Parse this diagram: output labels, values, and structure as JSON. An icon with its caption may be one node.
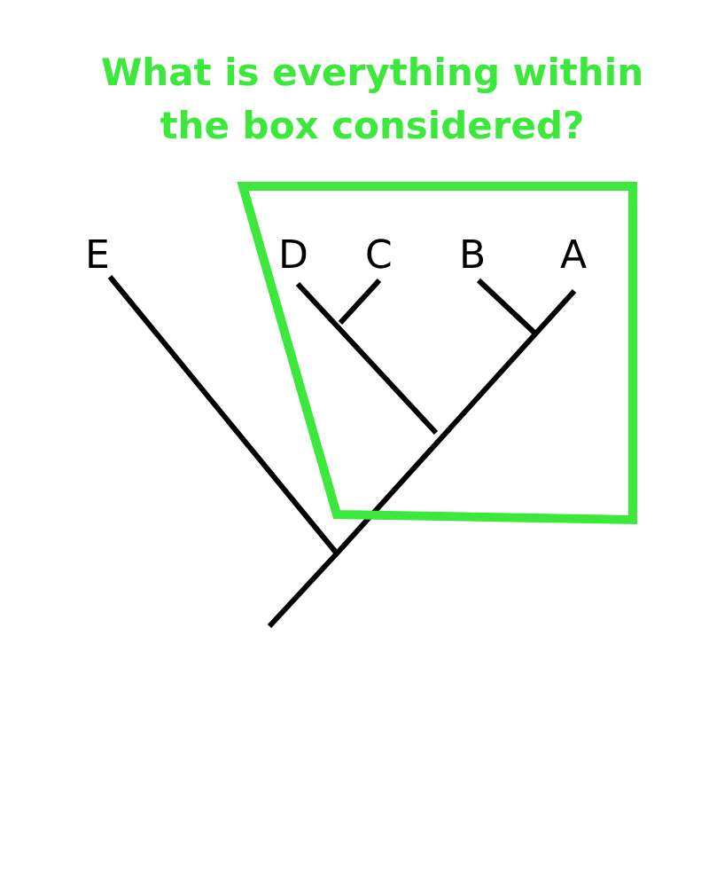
{
  "diagram": {
    "title": "What is everything within the box considered?",
    "labels": [
      "E",
      "D",
      "C",
      "B",
      "A"
    ]
  }
}
